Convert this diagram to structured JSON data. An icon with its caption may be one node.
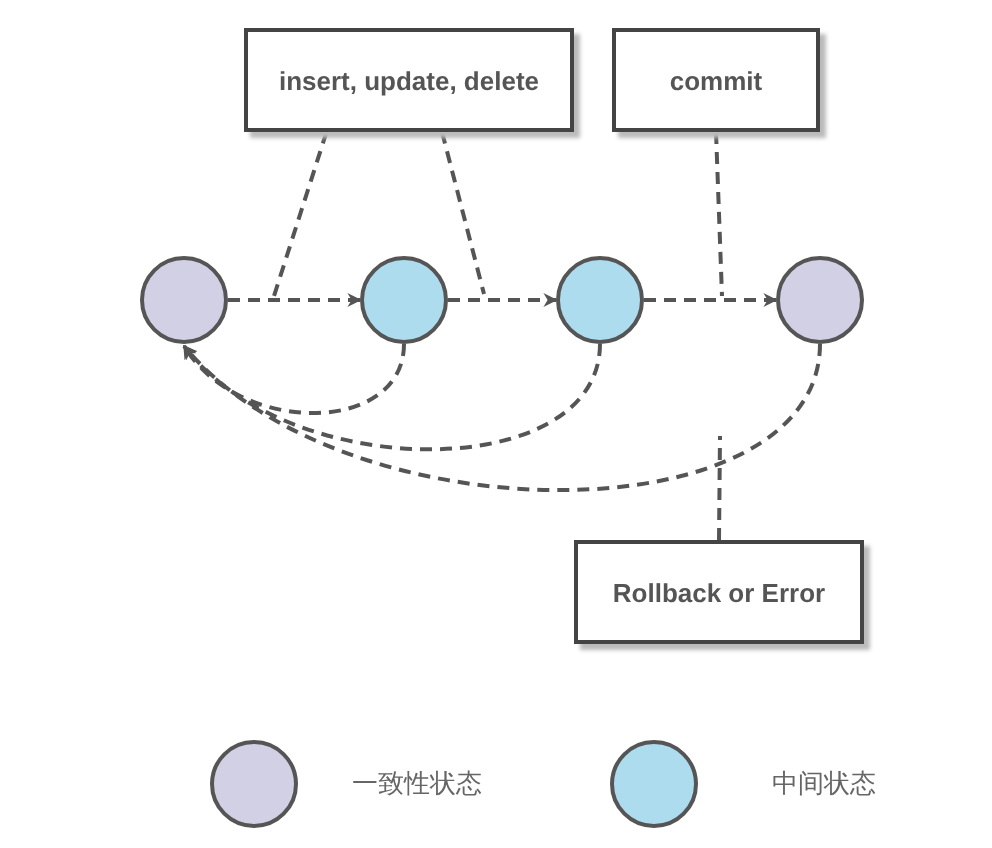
{
  "diagram": {
    "nodes": [
      {
        "text": [
          "insert, update, delete"
        ]
      },
      {
        "text": [
          "commit"
        ]
      },
      {
        "text": [],
        "shape": "circle"
      },
      {
        "text": [],
        "shape": "circle"
      },
      {
        "text": [],
        "shape": "circle"
      },
      {
        "text": [],
        "shape": "circle"
      },
      {
        "text": [
          "Rollback or Error"
        ]
      }
    ],
    "edges": [
      {
        "from": 2,
        "to": 3,
        "arrow": "to",
        "style": "dashed"
      },
      {
        "from": 3,
        "to": 4,
        "arrow": "to",
        "style": "dashed"
      },
      {
        "from": 4,
        "to": 5,
        "arrow": "to",
        "style": "dashed"
      },
      {
        "from": 3,
        "to": 2,
        "arrow": "to",
        "style": "dashed"
      },
      {
        "from": 4,
        "to": 2,
        "arrow": "to",
        "style": "dashed"
      },
      {
        "from": 5,
        "to": 2,
        "arrow": "to",
        "style": "dashed"
      },
      {
        "from": 0,
        "to": null,
        "arrow": "none",
        "style": "dashed"
      },
      {
        "from": 0,
        "to": null,
        "arrow": "none",
        "style": "dashed"
      },
      {
        "from": 1,
        "to": null,
        "arrow": "none",
        "style": "dashed"
      },
      {
        "from": 6,
        "to": null,
        "arrow": "none",
        "style": "dashed"
      }
    ],
    "legend": [
      {
        "text": "一致性状态",
        "color": "#d2d0e4"
      },
      {
        "text": "中间状态",
        "color": "#aedcef"
      }
    ]
  }
}
